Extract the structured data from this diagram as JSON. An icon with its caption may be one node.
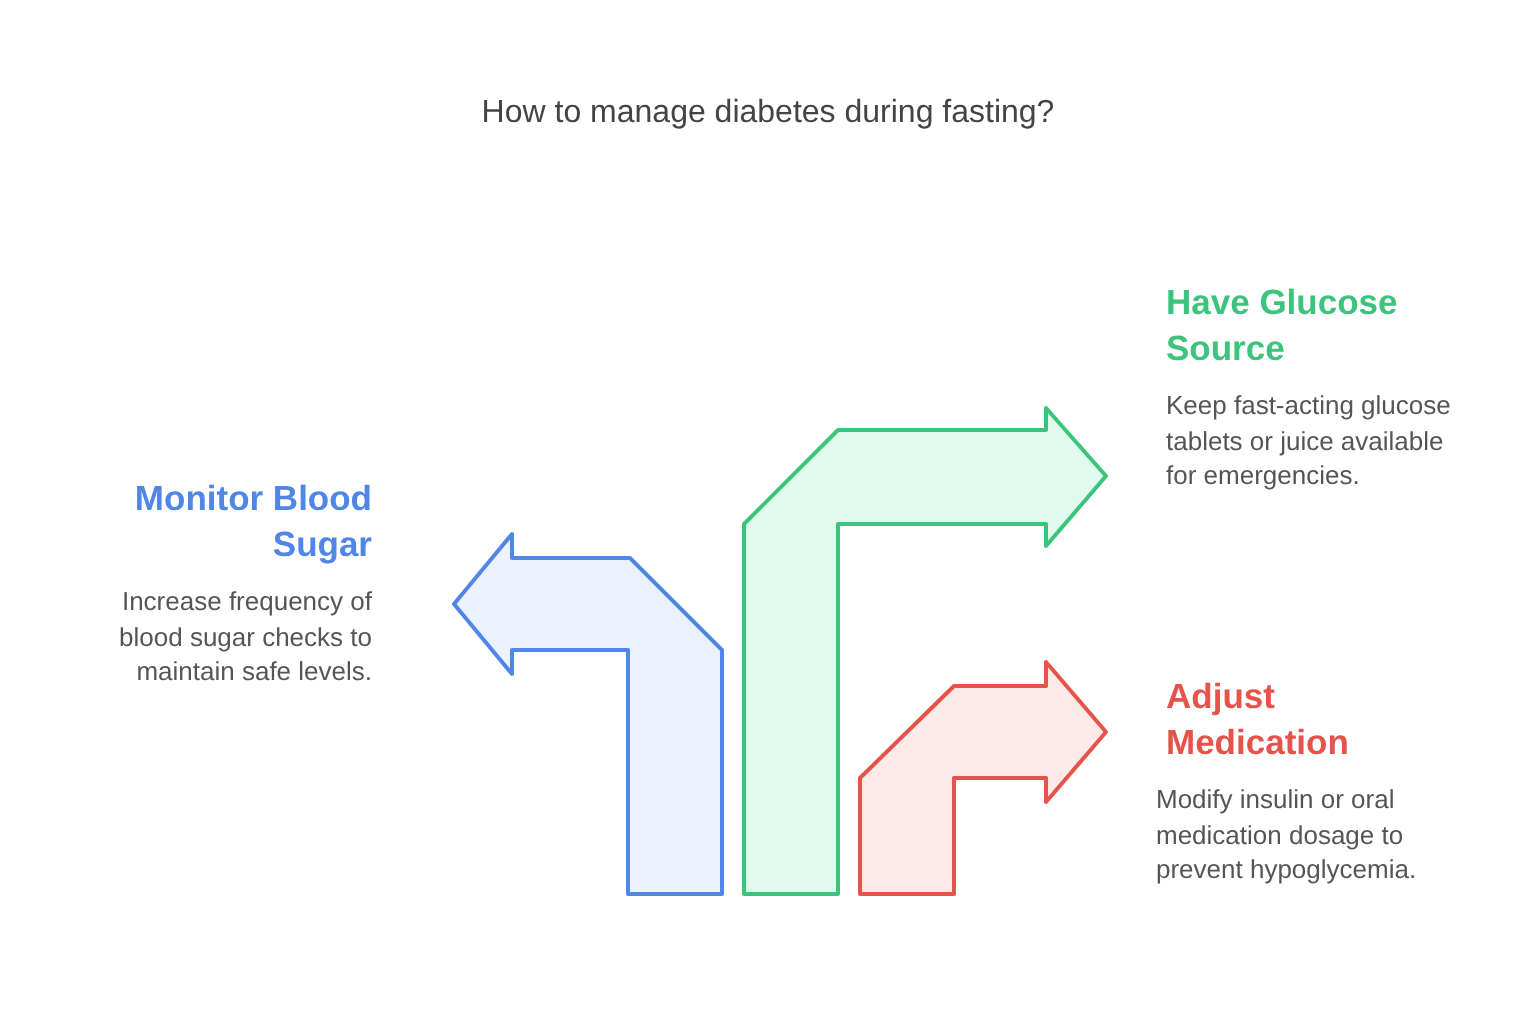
{
  "diagram": {
    "title": "How to manage diabetes during fasting?",
    "nodes": [
      {
        "text": [
          "Monitor Blood Sugar",
          "Increase frequency of blood sugar checks to maintain safe levels."
        ]
      },
      {
        "text": [
          "Have Glucose Source",
          "Keep fast-acting glucose tablets or juice available for emergencies."
        ]
      },
      {
        "text": [
          "Adjust Medication",
          "Modify insulin or oral medication dosage to prevent hypoglycemia."
        ]
      }
    ]
  }
}
